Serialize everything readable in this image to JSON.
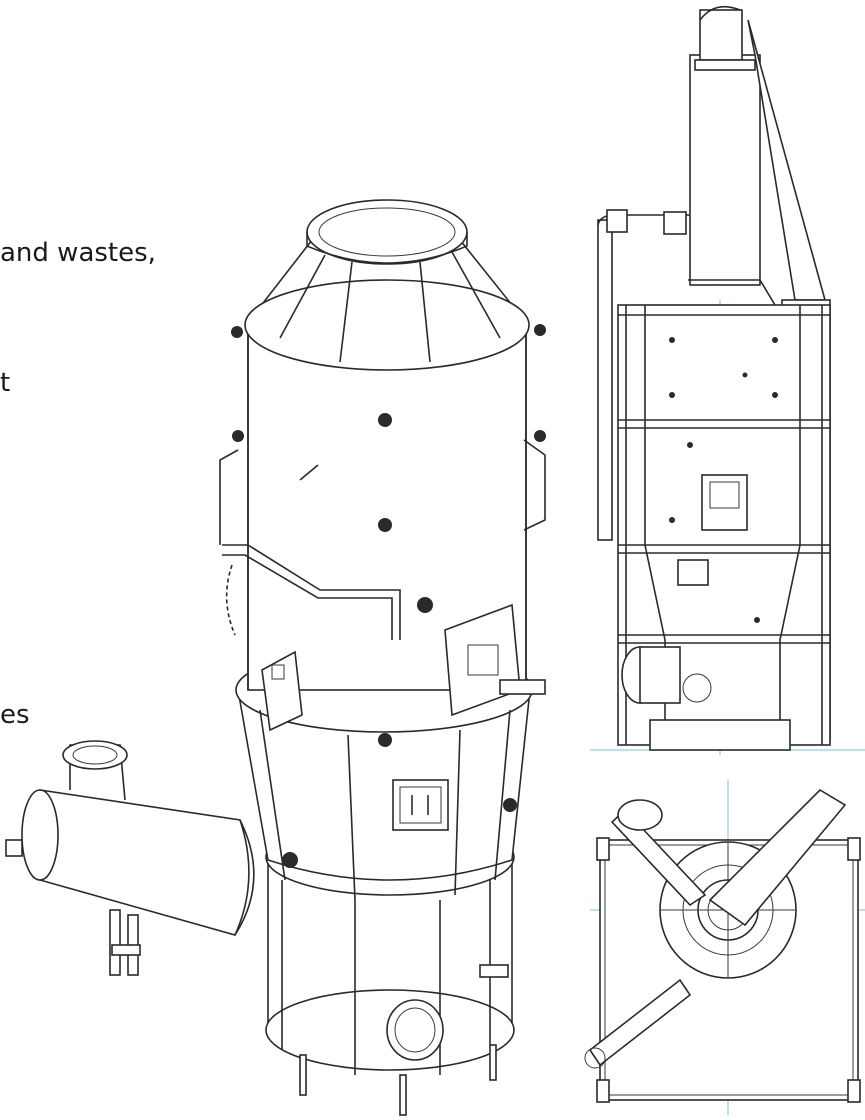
{
  "text_fragments": [
    "and wastes,",
    "t",
    "es"
  ],
  "colors": {
    "line": "#2a2a2a",
    "centerline": "#6fc7d6",
    "background": "#ffffff"
  }
}
